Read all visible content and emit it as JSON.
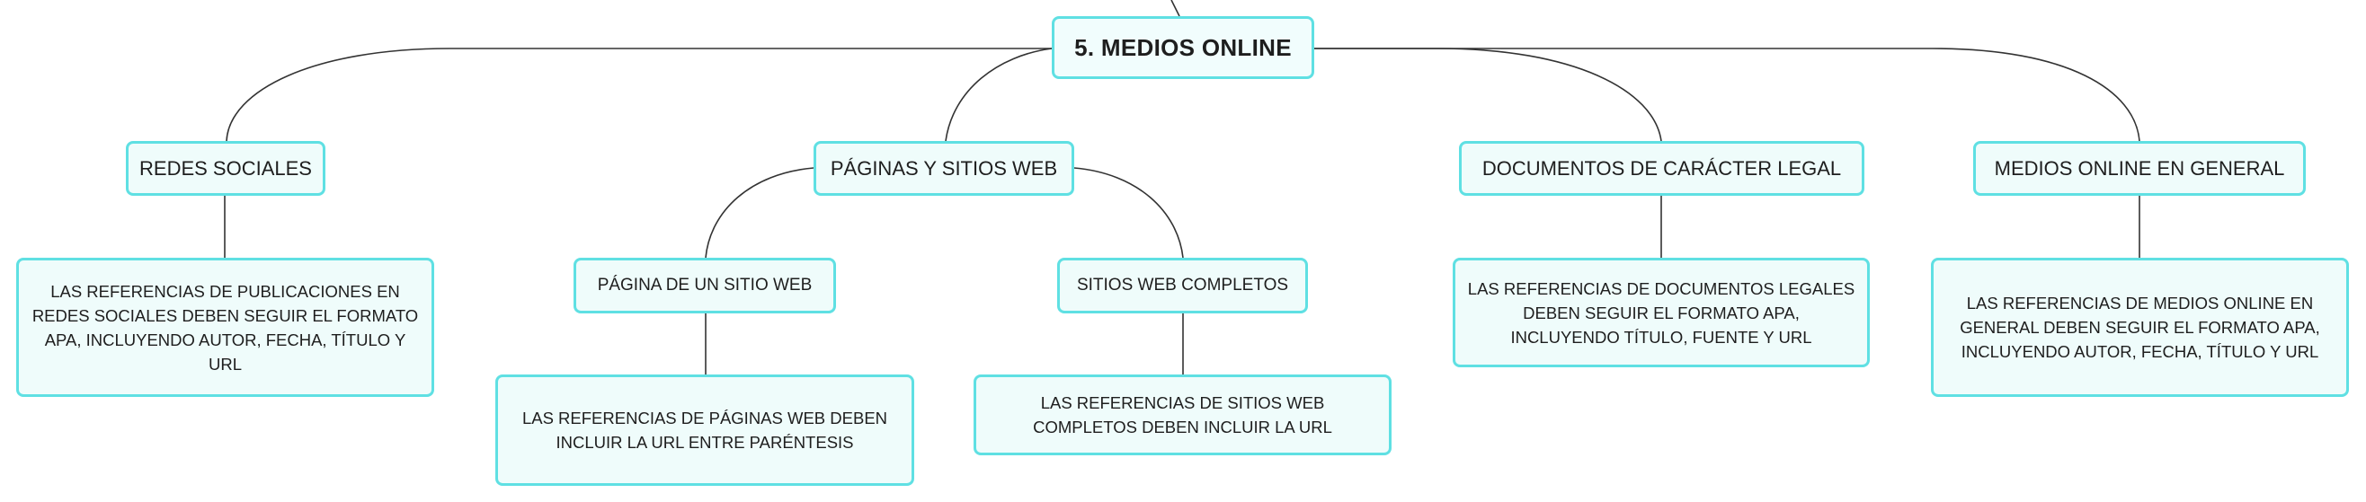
{
  "root": {
    "label": "5. MEDIOS ONLINE"
  },
  "branches": {
    "redes": {
      "label": "REDES SOCIALES",
      "note": "LAS REFERENCIAS DE PUBLICACIONES EN REDES SOCIALES DEBEN SEGUIR EL FORMATO APA, INCLUYENDO AUTOR, FECHA, TÍTULO Y URL"
    },
    "paginas": {
      "label": "PÁGINAS Y SITIOS WEB",
      "children": {
        "pagina": {
          "label": "PÁGINA DE UN SITIO WEB",
          "note": "LAS REFERENCIAS DE PÁGINAS WEB DEBEN INCLUIR LA URL ENTRE PARÉNTESIS"
        },
        "sitios": {
          "label": "SITIOS WEB COMPLETOS",
          "note": "LAS REFERENCIAS DE SITIOS WEB COMPLETOS DEBEN INCLUIR LA URL"
        }
      }
    },
    "documentos": {
      "label": "DOCUMENTOS DE CARÁCTER LEGAL",
      "note": "LAS REFERENCIAS DE DOCUMENTOS LEGALES DEBEN SEGUIR EL FORMATO APA, INCLUYENDO TÍTULO, FUENTE Y URL"
    },
    "general": {
      "label": "MEDIOS ONLINE EN GENERAL",
      "note": "LAS REFERENCIAS DE MEDIOS ONLINE EN GENERAL DEBEN SEGUIR EL FORMATO APA, INCLUYENDO AUTOR, FECHA, TÍTULO Y URL"
    }
  },
  "colors": {
    "node_border": "#5fe0e3",
    "node_fill": "#effcfb",
    "connector": "#333333"
  }
}
